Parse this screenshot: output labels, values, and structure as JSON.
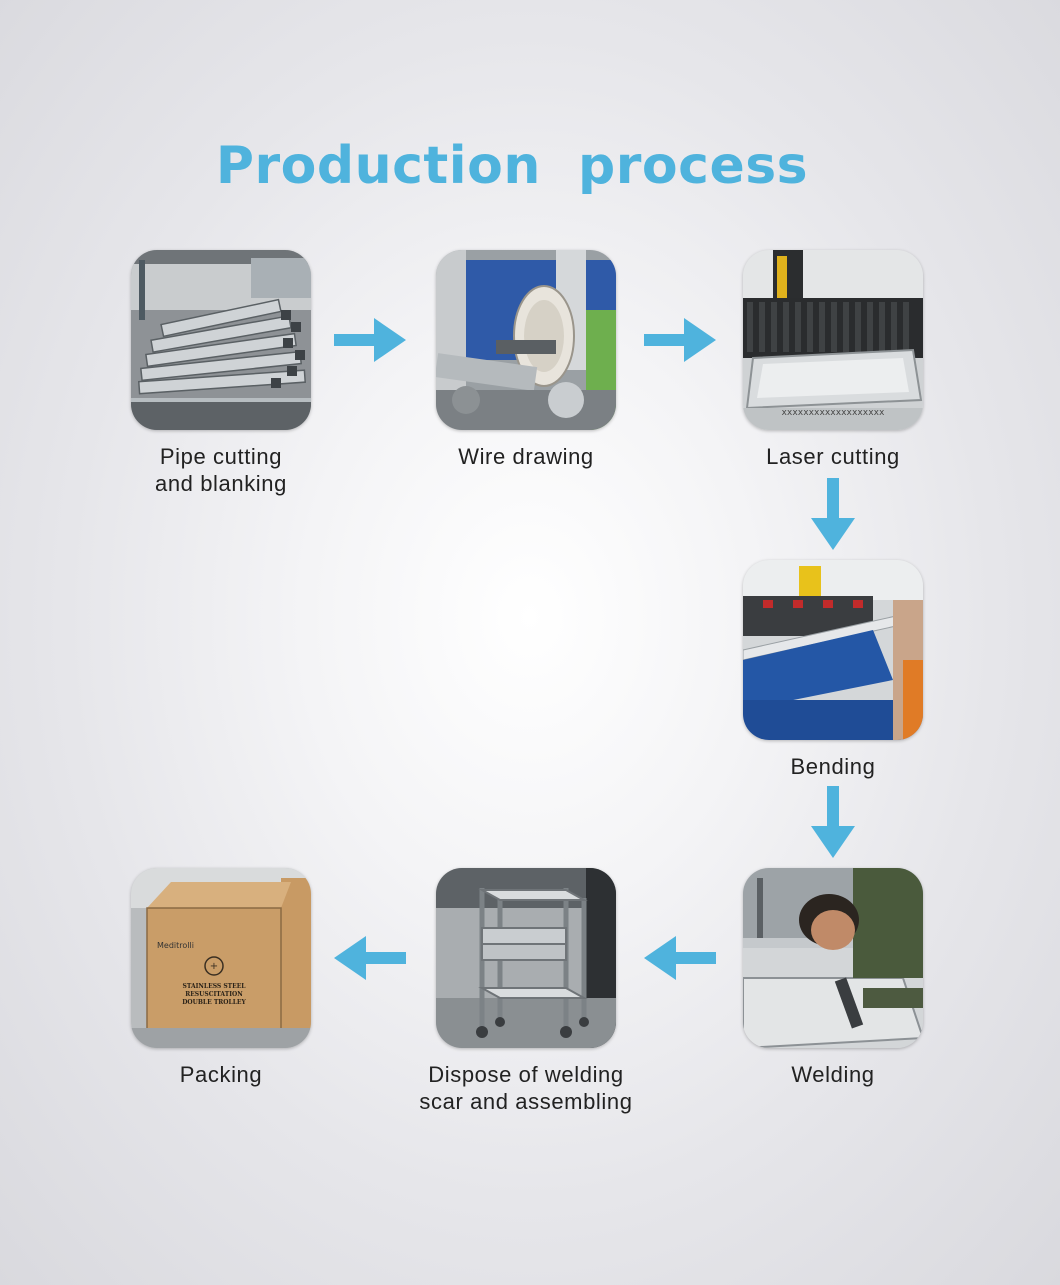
{
  "title": "Production  process",
  "accent_color": "#4fb3dd",
  "steps": [
    {
      "label": "Pipe cutting\nand blanking"
    },
    {
      "label": "Wire drawing"
    },
    {
      "label": "Laser cutting"
    },
    {
      "label": "Bending"
    },
    {
      "label": "Welding"
    },
    {
      "label": "Dispose of welding\nscar and assembling"
    },
    {
      "label": "Packing"
    }
  ],
  "box_print": {
    "brand": "Meditrolli",
    "line1": "STAINLESS STEEL",
    "line2": "RESUSCITATION",
    "line3": "DOUBLE TROLLEY"
  }
}
